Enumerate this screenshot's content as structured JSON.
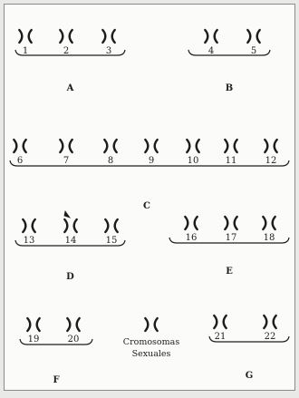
{
  "groups": [
    {
      "id": "A",
      "letter": "A",
      "pairs": [
        "1",
        "2",
        "3"
      ]
    },
    {
      "id": "B",
      "letter": "B",
      "pairs": [
        "4",
        "5"
      ]
    },
    {
      "id": "C",
      "letter": "C",
      "pairs": [
        "6",
        "7",
        "8",
        "9",
        "10",
        "11",
        "12"
      ]
    },
    {
      "id": "D",
      "letter": "D",
      "pairs": [
        "13",
        "14",
        "15"
      ]
    },
    {
      "id": "E",
      "letter": "E",
      "pairs": [
        "16",
        "17",
        "18"
      ]
    },
    {
      "id": "F",
      "letter": "F",
      "pairs": [
        "19",
        "20"
      ]
    },
    {
      "id": "G",
      "letter": "G",
      "pairs": [
        "21",
        "22"
      ]
    }
  ],
  "sex_chromosomes": {
    "line1": "Cromosomas",
    "line2": "Sexuales"
  },
  "marked_pair": "14",
  "colors": {
    "ink": "#1d1d1d",
    "paper": "#fbfbf9"
  }
}
